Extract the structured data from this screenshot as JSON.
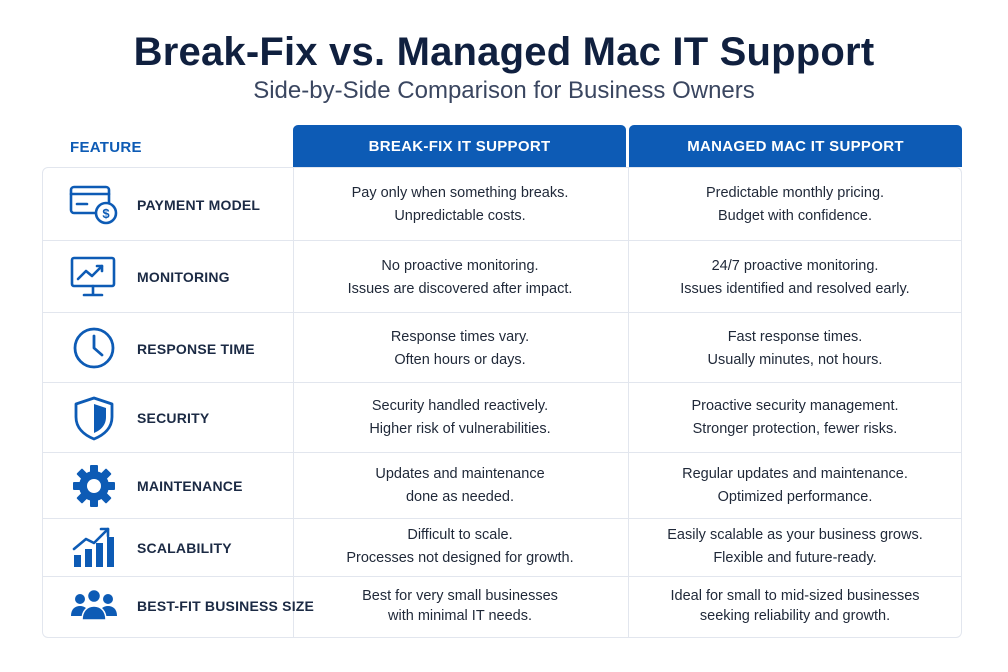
{
  "title": "Break-Fix vs. Managed Mac IT Support",
  "subtitle": "Side-by-Side Comparison for Business Owners",
  "colors": {
    "accent": "#0d5bb5",
    "heading": "#10203f"
  },
  "table": {
    "feature_header": "FEATURE",
    "breakfix_header": "BREAK-FIX IT SUPPORT",
    "managed_header": "MANAGED MAC IT SUPPORT",
    "rows": [
      {
        "icon": "payment-card-icon",
        "feature": "PAYMENT MODEL",
        "breakfix": [
          "Pay only when something breaks.",
          "Unpredictable costs."
        ],
        "managed": [
          "Predictable monthly pricing.",
          "Budget with confidence."
        ]
      },
      {
        "icon": "monitor-chart-icon",
        "feature": "MONITORING",
        "breakfix": [
          "No proactive monitoring.",
          "Issues are discovered after impact."
        ],
        "managed": [
          "24/7 proactive monitoring.",
          "Issues identified and resolved early."
        ]
      },
      {
        "icon": "clock-icon",
        "feature": "RESPONSE TIME",
        "breakfix": [
          "Response times vary.",
          "Often hours or days."
        ],
        "managed": [
          "Fast response times.",
          "Usually minutes, not hours."
        ]
      },
      {
        "icon": "shield-icon",
        "feature": "SECURITY",
        "breakfix": [
          "Security handled reactively.",
          "Higher risk of vulnerabilities."
        ],
        "managed": [
          "Proactive security management.",
          "Stronger protection, fewer risks."
        ]
      },
      {
        "icon": "gear-icon",
        "feature": "MAINTENANCE",
        "breakfix": [
          "Updates and maintenance",
          "done as needed."
        ],
        "managed": [
          "Regular updates and maintenance.",
          "Optimized performance."
        ]
      },
      {
        "icon": "growth-chart-icon",
        "feature": "SCALABILITY",
        "breakfix": [
          "Difficult to scale.",
          "Processes not designed for growth."
        ],
        "managed": [
          "Easily scalable as your business grows.",
          "Flexible and future-ready."
        ]
      },
      {
        "icon": "people-group-icon",
        "feature": "BEST-FIT BUSINESS SIZE",
        "breakfix": [
          "Best for very small businesses",
          "with minimal IT needs."
        ],
        "managed": [
          "Ideal for small to mid-sized businesses",
          "seeking reliability and growth."
        ]
      }
    ]
  }
}
